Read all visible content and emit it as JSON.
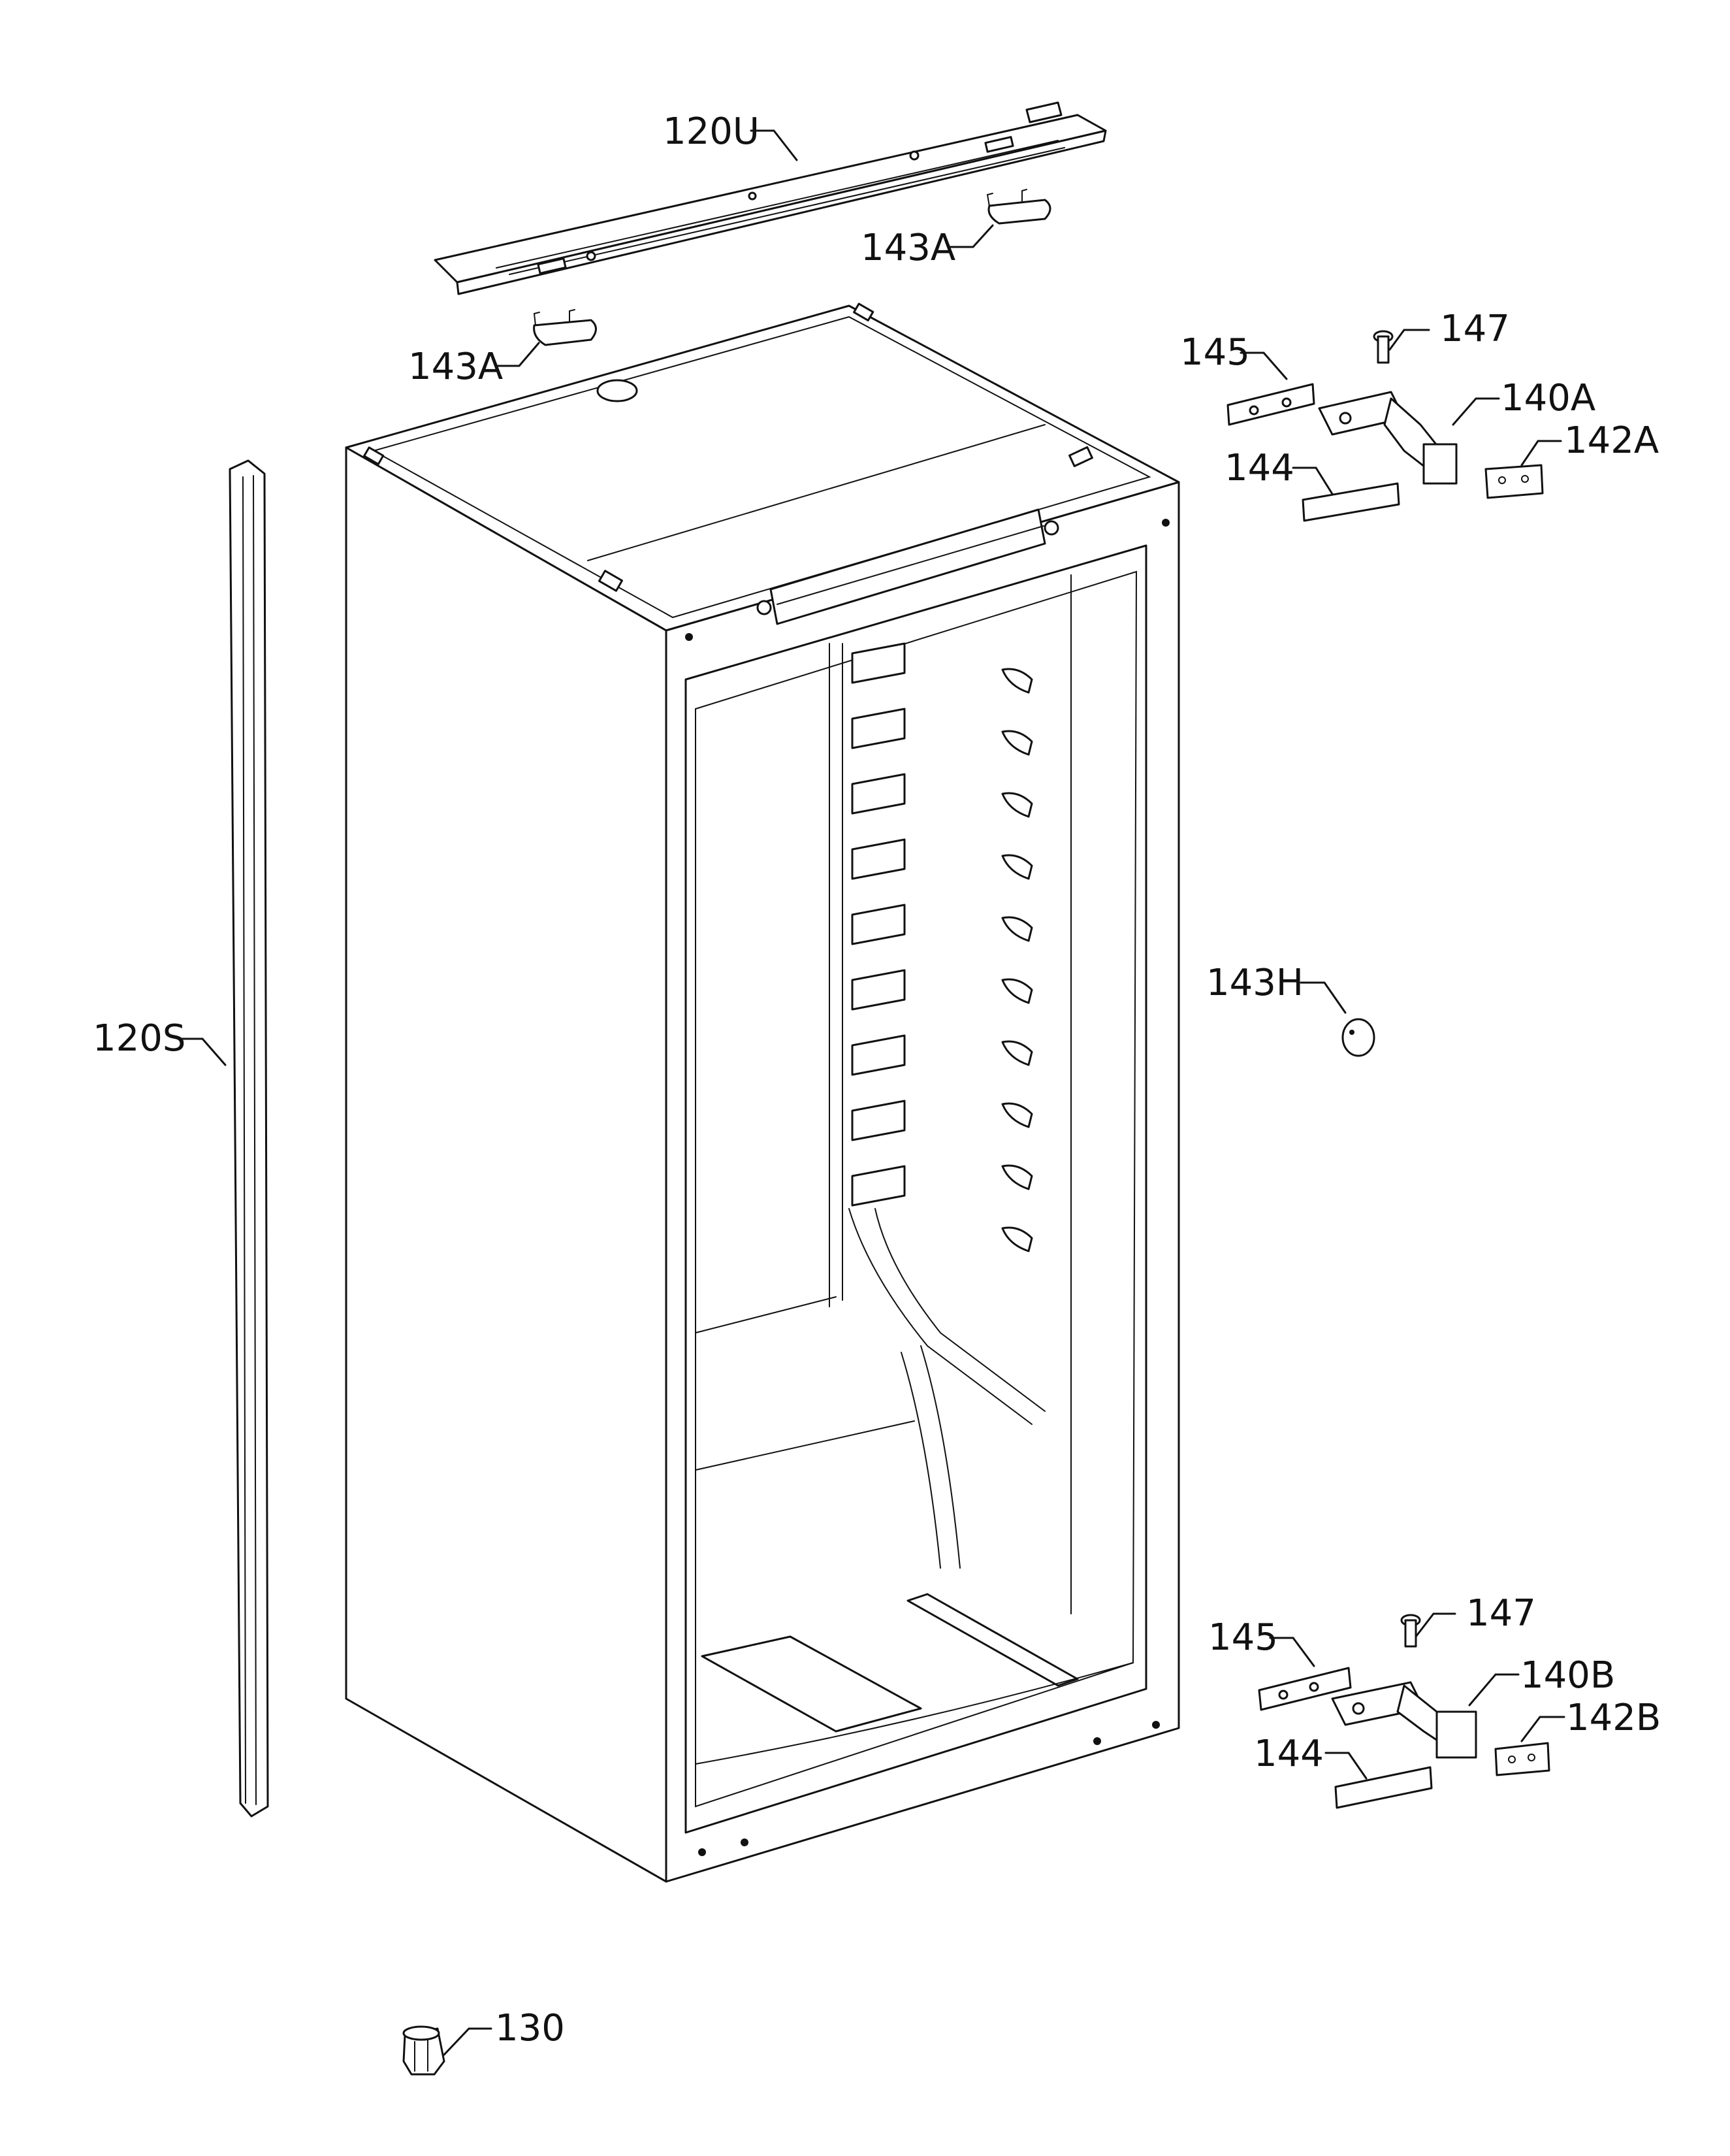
{
  "labels": {
    "rail_top": "120U",
    "side_trim": "120S",
    "cap_top_right": "143A",
    "cap_top_left": "143A",
    "screw_upper": "147",
    "plate_upper": "145",
    "hinge_upper": "140A",
    "cover_upper": "142A",
    "strip_upper": "144",
    "plug": "143H",
    "plate_lower": "145",
    "screw_lower": "147",
    "hinge_lower": "140B",
    "cover_lower": "142B",
    "strip_lower": "144",
    "foot": "130"
  }
}
